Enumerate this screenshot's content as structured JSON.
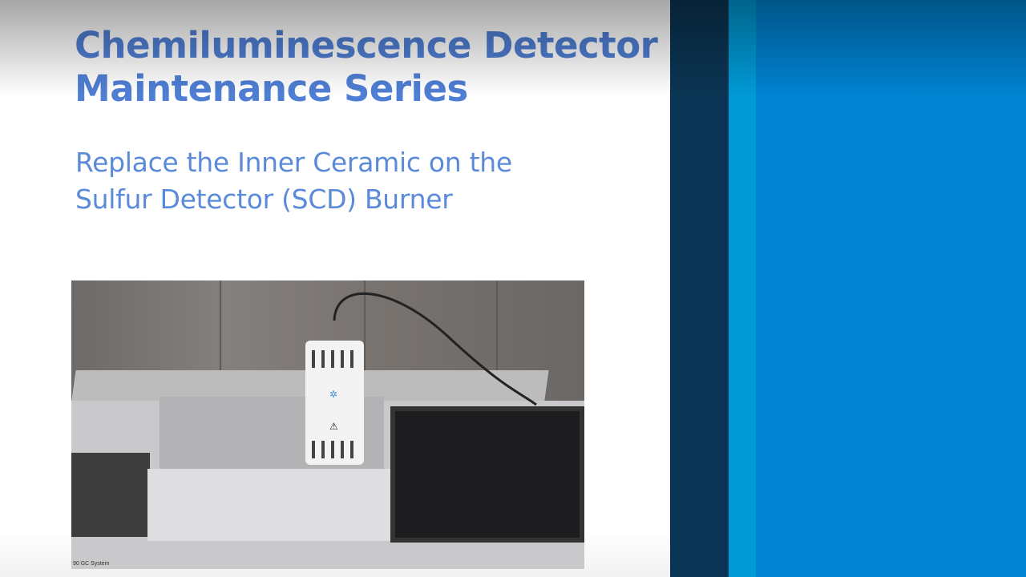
{
  "slide": {
    "title_line1": "Chemiluminescence Detector",
    "title_line2": "Maintenance Series",
    "subtitle_line1": "Replace the Inner Ceramic on the",
    "subtitle_line2": "Sulfur Detector (SCD) Burner",
    "photo_caption": "90 GC System"
  },
  "colors": {
    "title": "#4f7fd4",
    "subtitle": "#5b8ad8",
    "stripe_navy": "#0b3554",
    "stripe_cyan": "#009ad6",
    "stripe_blue": "#0083d2"
  }
}
